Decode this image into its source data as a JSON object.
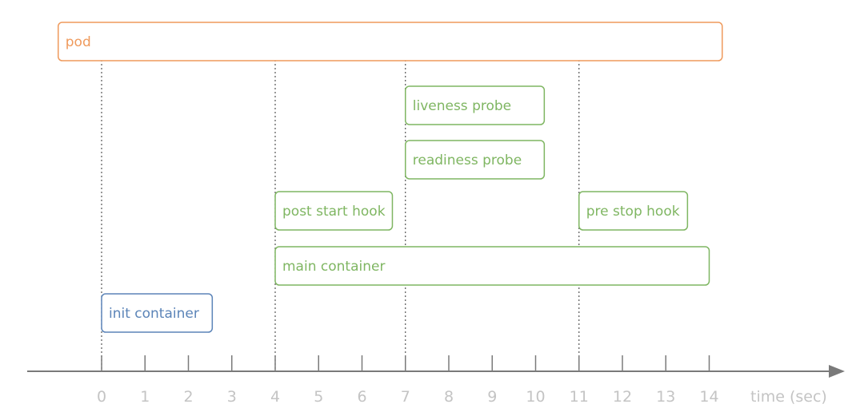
{
  "colors": {
    "pod": "#ef9a5c",
    "container": "#7fb662",
    "init": "#5b84b8",
    "axis": "#7a7a7a",
    "guide": "#555555",
    "tick_label": "#c4c4c4"
  },
  "boxes": [
    {
      "id": "pod",
      "label": "pod",
      "start": -1,
      "end": 14.3,
      "kind": "pod"
    },
    {
      "id": "liveness-probe",
      "label": "liveness probe",
      "start": 7,
      "end": 10.2,
      "kind": "container"
    },
    {
      "id": "readiness-probe",
      "label": "readiness probe",
      "start": 7,
      "end": 10.2,
      "kind": "container"
    },
    {
      "id": "post-start-hook",
      "label": "post start hook",
      "start": 4,
      "end": 6.7,
      "kind": "container"
    },
    {
      "id": "pre-stop-hook",
      "label": "pre stop hook",
      "start": 11,
      "end": 13.5,
      "kind": "container"
    },
    {
      "id": "main-container",
      "label": "main container",
      "start": 4,
      "end": 14,
      "kind": "container"
    },
    {
      "id": "init-container",
      "label": "init container",
      "start": 0,
      "end": 2.55,
      "kind": "init"
    }
  ],
  "guides": [
    0,
    4,
    7,
    11
  ],
  "axis": {
    "ticks": [
      0,
      1,
      2,
      3,
      4,
      5,
      6,
      7,
      8,
      9,
      10,
      11,
      12,
      13,
      14
    ],
    "tick_labels": [
      "0",
      "1",
      "2",
      "3",
      "4",
      "5",
      "6",
      "7",
      "8",
      "9",
      "10",
      "11",
      "12",
      "13",
      "14"
    ],
    "title": "time (sec)"
  }
}
